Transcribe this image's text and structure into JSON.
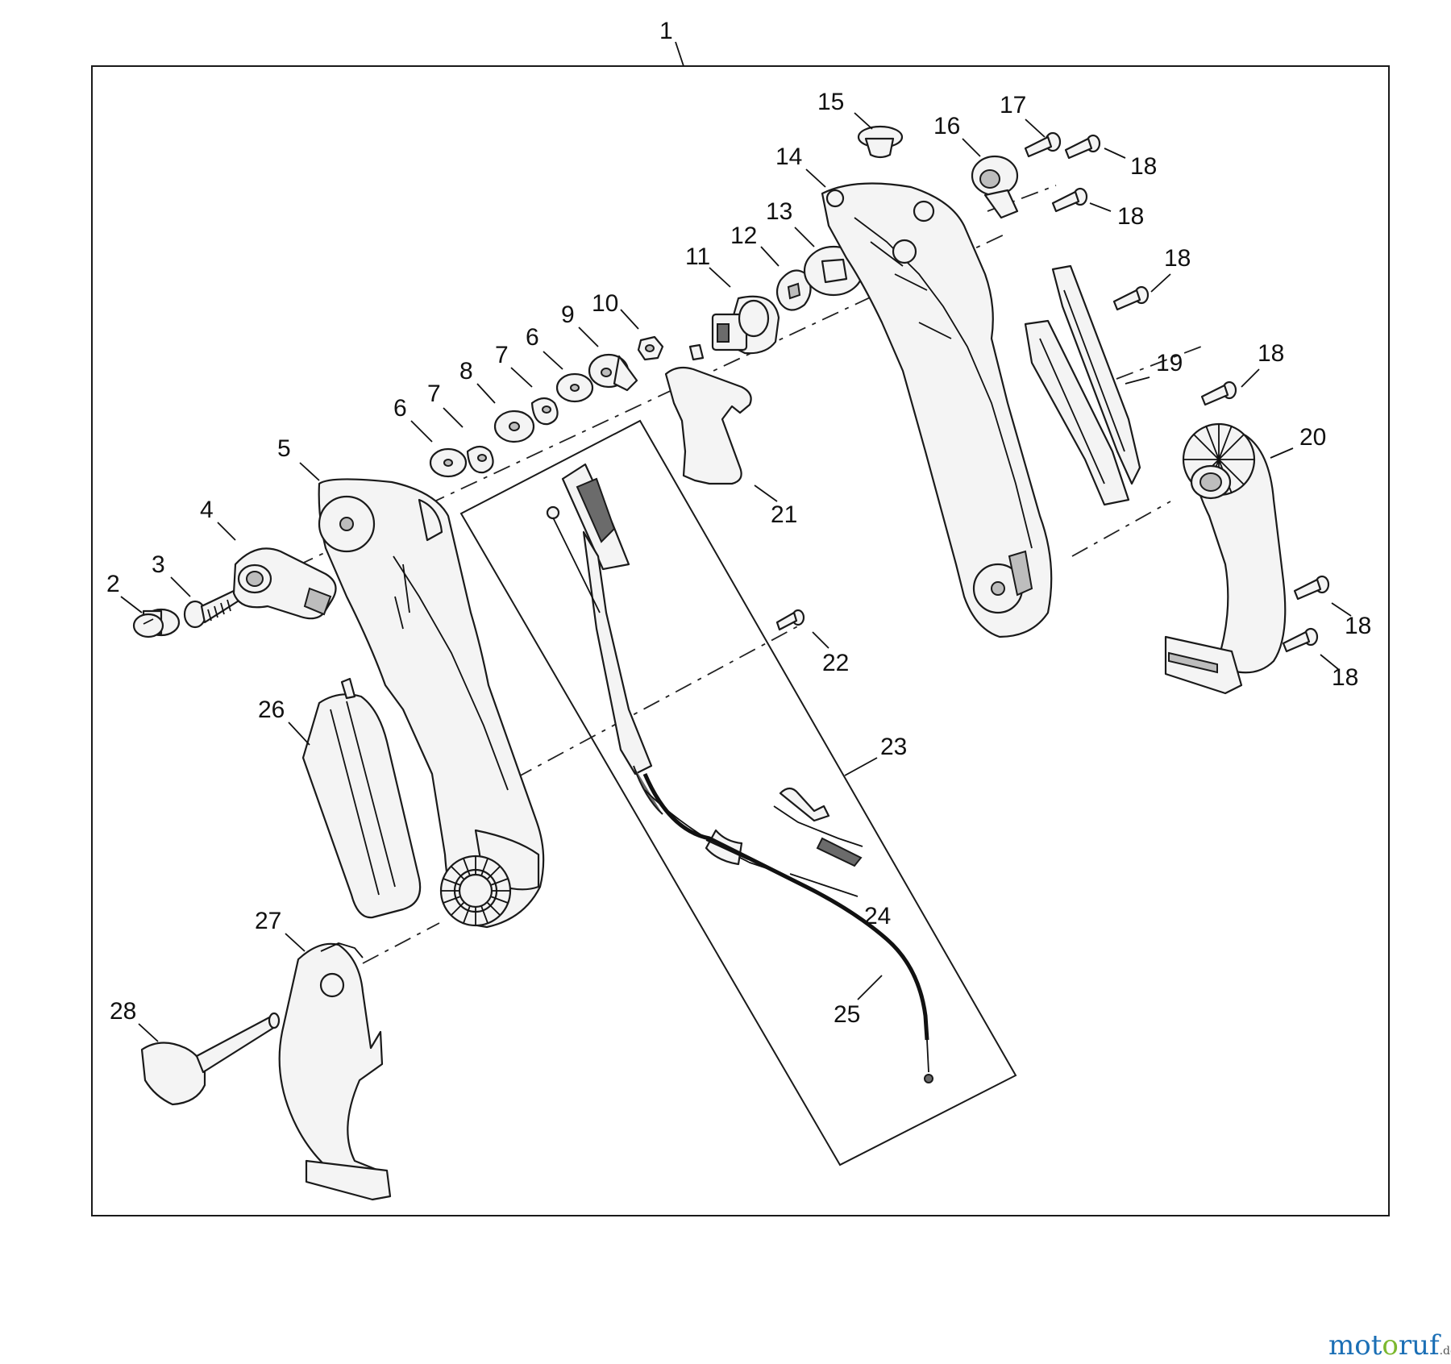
{
  "callouts": {
    "c1": "1",
    "c2": "2",
    "c3": "3",
    "c4": "4",
    "c5": "5",
    "c6a": "6",
    "c6b": "6",
    "c7a": "7",
    "c7b": "7",
    "c8": "8",
    "c9": "9",
    "c10": "10",
    "c11": "11",
    "c12": "12",
    "c13": "13",
    "c14": "14",
    "c15": "15",
    "c16": "16",
    "c17": "17",
    "c18a": "18",
    "c18b": "18",
    "c18c": "18",
    "c18d": "18",
    "c18e": "18",
    "c18f": "18",
    "c19": "19",
    "c20": "20",
    "c21": "21",
    "c22": "22",
    "c23": "23",
    "c24": "24",
    "c25": "25",
    "c26": "26",
    "c27": "27",
    "c28": "28"
  },
  "watermark": {
    "part1": "mot",
    "part2": "o",
    "part3": "ruf",
    "suffix": ".de"
  },
  "colors": {
    "line": "#1a1a1a",
    "watermark_blue": "#1b6fb5",
    "watermark_green": "#7cb82f"
  }
}
